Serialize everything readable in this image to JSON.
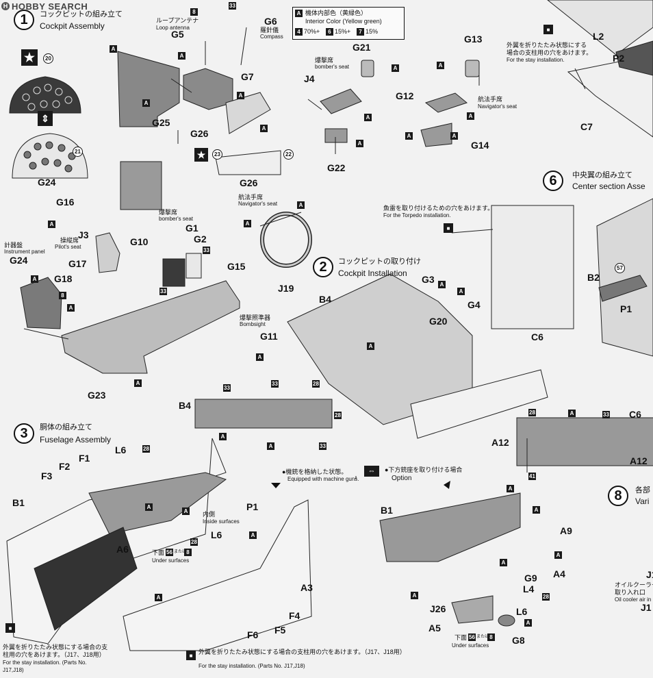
{
  "watermark": {
    "brand": "HOBBY SEARCH",
    "mark": "H"
  },
  "steps": {
    "s1": {
      "num": "1",
      "jp": "コックピットの組み立て",
      "en": "Cockpit Assembly"
    },
    "s2": {
      "num": "2",
      "jp": "コックピットの取り付け",
      "en": "Cockpit Installation"
    },
    "s3": {
      "num": "3",
      "jp": "胴体の組み立て",
      "en": "Fuselage Assembly"
    },
    "s6": {
      "num": "6",
      "jp": "中央翼の組み立て",
      "en": "Center section Asse"
    },
    "s8": {
      "num": "8",
      "jp": "各部",
      "en": "Vari"
    }
  },
  "color_note": {
    "code": "A",
    "jp": "機体内部色（黄緑色）",
    "en": "Interior Color (Yellow green)",
    "mix": {
      "c1": "4",
      "p1": "70%+",
      "c2": "6",
      "p2": "15%+",
      "c3": "7",
      "p3": "15%"
    }
  },
  "notes": {
    "loop_jp": "ループアンテナ",
    "loop_en": "Loop antenna",
    "compass_jp": "羅針儀",
    "compass_en": "Compass",
    "bomber_seat_jp": "爆撃席",
    "bomber_seat_en": "bomber's seat",
    "nav_seat_jp": "航法手席",
    "nav_seat_en": "Navigator's seat",
    "pilot_seat_jp": "操縦席",
    "pilot_seat_en": "Pilot's seat",
    "instr_jp": "計器盤",
    "instr_en": "Instrument panel",
    "bombsight_jp": "爆撃照準器",
    "bombsight_en": "Bombsight",
    "torpedo_jp": "魚雷を取り付けるための穴をあけます。",
    "torpedo_en": "For the Torpedo installation.",
    "stay_top_jp1": "外翼を折りたたみ状態にする",
    "stay_top_jp2": "場合の支柱用の穴をあけます。",
    "stay_top_en": "For the stay installation.",
    "mg_jp": "●機銃を格納した状態。",
    "mg_en": "Equipped with machine guns.",
    "option_jp": "●下方銃座を取り付ける場合",
    "option_en": "Option",
    "inside_jp": "内側",
    "inside_en": "Inside surfaces",
    "under1_jp": "下面",
    "under_or": "または",
    "under1_en": "Under surfaces",
    "under2_jp": "下面",
    "under2_en": "Under surfaces",
    "stay_mid_jp": "外翼を折りたたみ状態にする場合の支柱用の穴をあけます。（J17、J18用）",
    "stay_mid_en": "For the stay installation. (Parts No. J17,J18)",
    "stay_left_jp1": "外翼を折りたたみ状態にする場合の支",
    "stay_left_jp2": "柱用の穴をあけます。（J17、J18用）",
    "stay_left_en1": "For the stay installation. (Parts No.",
    "stay_left_en2": "J17,J18)",
    "oil_jp1": "オイルクーラー空",
    "oil_jp2": "取り入れ口",
    "oil_en": "Oil cooler air in"
  },
  "parts": {
    "G5": "G5",
    "G6": "G6",
    "G7": "G7",
    "G25": "G25",
    "G26": "G26",
    "G26b": "G26",
    "G24": "G24",
    "G24b": "G24",
    "G21": "G21",
    "J4": "J4",
    "G22": "G22",
    "G13": "G13",
    "G12": "G12",
    "G14": "G14",
    "G16": "G16",
    "J3": "J3",
    "G10": "G10",
    "G1": "G1",
    "G2": "G2",
    "G17": "G17",
    "G18": "G18",
    "G23": "G23",
    "G15": "G15",
    "J19": "J19",
    "G11": "G11",
    "G3": "G3",
    "G4": "G4",
    "G20": "G20",
    "B4": "B4",
    "B4b": "B4",
    "A12": "A12",
    "A12b": "A12",
    "C7": "C7",
    "C6": "C6",
    "C6b": "C6",
    "L2": "L2",
    "P2": "P2",
    "B2": "B2",
    "P1": "P1",
    "P1b": "P1",
    "L6": "L6",
    "L6b": "L6",
    "L6c": "L6",
    "F1": "F1",
    "F2": "F2",
    "F3": "F3",
    "F4": "F4",
    "F5": "F5",
    "F6": "F6",
    "B1": "B1",
    "B1b": "B1",
    "A6": "A6",
    "A3": "A3",
    "A9": "A9",
    "A4": "A4",
    "G9": "G9",
    "L4": "L4",
    "J26": "J26",
    "A5": "A5",
    "G8": "G8",
    "J1": "J1",
    "J1b": "J1"
  },
  "codes": {
    "A": "A",
    "n8": "8",
    "n33": "33",
    "n28": "28",
    "n41": "41",
    "n56": "56",
    "c20": "20",
    "c21": "21",
    "c22": "22",
    "c23": "23",
    "c57": "57",
    "star": "★"
  }
}
